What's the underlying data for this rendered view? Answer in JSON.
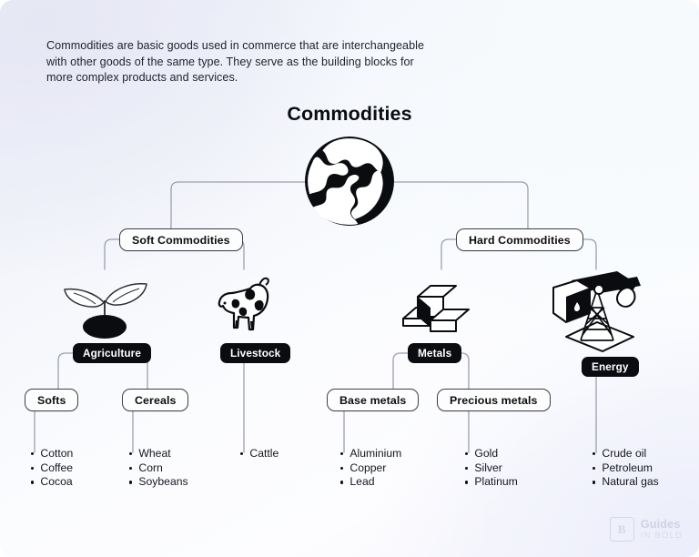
{
  "intro": {
    "text": "Commodities are basic goods used in commerce that are interchangeable with other goods of the same type. They serve as the building blocks for more complex products and services."
  },
  "diagram": {
    "root": {
      "label": "Commodities",
      "icon": "globe-icon"
    },
    "branches": [
      {
        "id": "soft-commodities",
        "label": "Soft Commodities",
        "style": "light",
        "children": [
          {
            "id": "agriculture",
            "label": "Agriculture",
            "style": "dark",
            "icon": "seedling-icon",
            "children": [
              {
                "id": "softs",
                "label": "Softs",
                "style": "light",
                "items": [
                  "Cotton",
                  "Coffee",
                  "Cocoa"
                ]
              },
              {
                "id": "cereals",
                "label": "Cereals",
                "style": "light",
                "items": [
                  "Wheat",
                  "Corn",
                  "Soybeans"
                ]
              }
            ]
          },
          {
            "id": "livestock",
            "label": "Livestock",
            "style": "dark",
            "icon": "cow-icon",
            "items": [
              "Cattle"
            ]
          }
        ]
      },
      {
        "id": "hard-commodities",
        "label": "Hard Commodities",
        "style": "light",
        "children": [
          {
            "id": "metals",
            "label": "Metals",
            "style": "dark",
            "icon": "ingots-icon",
            "children": [
              {
                "id": "base-metals",
                "label": "Base metals",
                "style": "light",
                "items": [
                  "Aluminium",
                  "Copper",
                  "Lead"
                ]
              },
              {
                "id": "precious-metals",
                "label": "Precious metals",
                "style": "light",
                "items": [
                  "Gold",
                  "Silver",
                  "Platinum"
                ]
              }
            ]
          },
          {
            "id": "energy",
            "label": "Energy",
            "style": "dark",
            "icon": "oil-pumpjack-icon",
            "items": [
              "Crude oil",
              "Petroleum",
              "Natural gas"
            ]
          }
        ]
      }
    ]
  },
  "watermark": {
    "mark": "B",
    "line1": "Guides",
    "line2": "IN BOLD"
  },
  "colors": {
    "ink": "#0a0c10",
    "connector": "#9aa0ae",
    "node_border": "#3c4048",
    "background_top_left": "#e9eaf6",
    "background_mid": "#fbfcfe"
  }
}
